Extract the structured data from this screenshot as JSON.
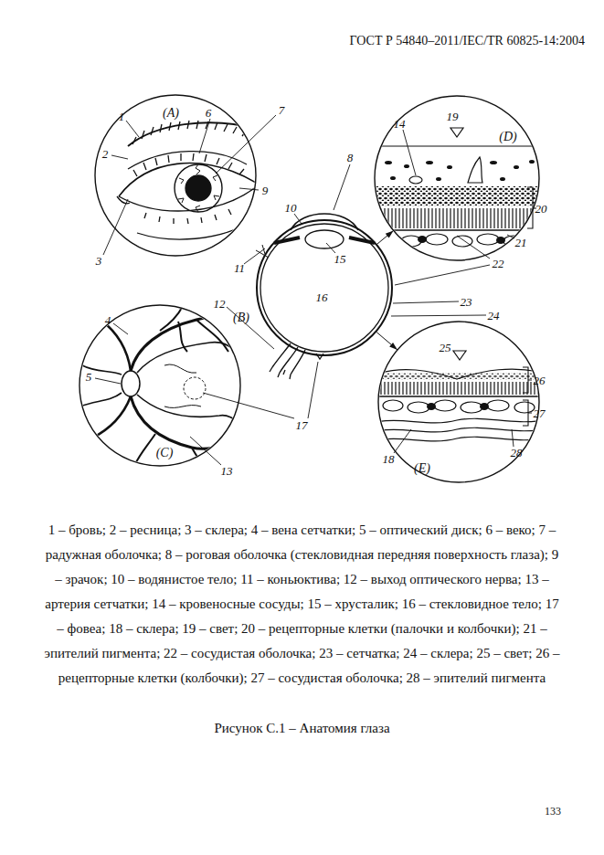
{
  "diagram": {
    "caption": "Рисунок С.1 – Анатомия глаза",
    "nodes": [
      {
        "text": [
          "(A)"
        ]
      },
      {
        "text": [
          "(B)"
        ]
      },
      {
        "text": [
          "(C)"
        ]
      },
      {
        "text": [
          "(D)"
        ]
      },
      {
        "text": [
          "(E)"
        ]
      }
    ],
    "edges": [
      {
        "from": 1,
        "to": 3,
        "arrow": "to"
      },
      {
        "from": 1,
        "to": 4,
        "arrow": "to"
      }
    ],
    "labels": [
      "ГОСТ Р 54840–2011/IEC/TR 60825-14:2004",
      "1 – бровь; 2 – ресница; 3 – склера; 4 – вена сетчатки; 5 – оптический диск; 6 – веко; 7 – радужная оболочка; 8 – роговая оболочка (стекловидная передняя поверхность глаза); 9 – зрачок; 10 – водянистое тело; 11 – коньюктива; 12 – выход оптического нерва; 13 – артерия сетчатки; 14 – кровеносные сосуды; 15 – хрусталик; 16 – стекловидное тело; 17 – фовеа; 18 – склера; 19 – свет; 20 – рецепторные клетки (палочки и колбочки); 21 – эпителий пигмента; 22 – сосудистая оболочка; 23 – сетчатка; 24 – склера; 25 – свет; 26 – рецепторные клетки (колбочки); 27 – сосудистая оболочка; 28 – эпителий пигмента",
      "133",
      "1",
      "2",
      "3",
      "4",
      "5",
      "6",
      "7",
      "8",
      "9",
      "10",
      "11",
      "12",
      "13",
      "14",
      "15",
      "16",
      "17",
      "18",
      "19",
      "20",
      "21",
      "22",
      "23",
      "24",
      "25",
      "26",
      "27",
      "28"
    ]
  }
}
